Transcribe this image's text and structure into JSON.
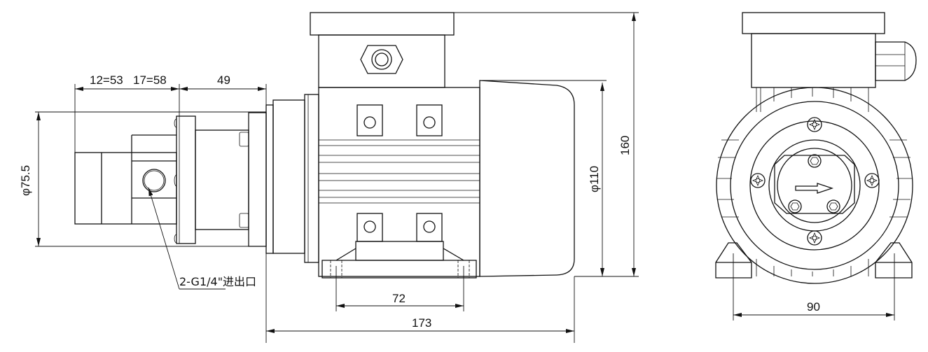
{
  "dimensions": {
    "d1": "12=53",
    "d2": "17=58",
    "d3": "49",
    "diameter_pump": "φ75.5",
    "port_label": "2-G1/4\"进出口",
    "foot_spacing_side": "72",
    "overall_length": "173",
    "diameter_motor": "φ110",
    "overall_height": "160",
    "foot_spacing_front": "90"
  }
}
